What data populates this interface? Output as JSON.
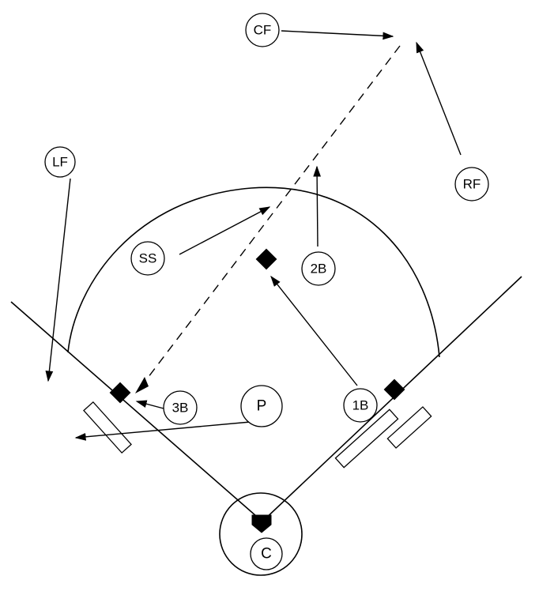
{
  "positions": {
    "cf": "CF",
    "rf": "RF",
    "lf": "LF",
    "ss": "SS",
    "second_base": "2B",
    "third_base": "3B",
    "first_base": "1B",
    "pitcher": "P",
    "catcher": "C"
  }
}
